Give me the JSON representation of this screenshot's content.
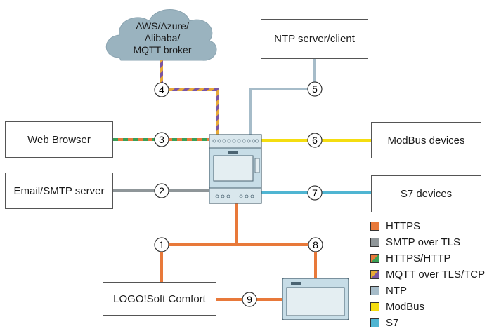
{
  "nodes": {
    "cloud": [
      "AWS/Azure/",
      "Alibaba/",
      "MQTT broker"
    ],
    "ntp": "NTP server/client",
    "web_browser": "Web Browser",
    "email": "Email/SMTP server",
    "modbus": "ModBus devices",
    "s7": "S7 devices",
    "logosoft": "LOGO!Soft Comfort"
  },
  "connections": [
    {
      "num": "1",
      "protocol": "HTTPS"
    },
    {
      "num": "2",
      "protocol": "SMTP over TLS"
    },
    {
      "num": "3",
      "protocol": "HTTPS/HTTP"
    },
    {
      "num": "4",
      "protocol": "MQTT over TLS/TCP"
    },
    {
      "num": "5",
      "protocol": "NTP"
    },
    {
      "num": "6",
      "protocol": "ModBus"
    },
    {
      "num": "7",
      "protocol": "S7"
    },
    {
      "num": "8",
      "protocol": "HTTPS"
    },
    {
      "num": "9",
      "protocol": "HTTPS"
    }
  ],
  "legend": [
    {
      "label": "HTTPS",
      "color": "#e8793a"
    },
    {
      "label": "SMTP over TLS",
      "color": "#8f9699"
    },
    {
      "label": "HTTPS/HTTP",
      "colors": [
        "#e8793a",
        "#3aa055"
      ]
    },
    {
      "label": "MQTT over TLS/TCP",
      "colors": [
        "#e7a938",
        "#7a55a4"
      ]
    },
    {
      "label": "NTP",
      "color": "#a6bcc9"
    },
    {
      "label": "ModBus",
      "color": "#f4dd10"
    },
    {
      "label": "S7",
      "color": "#4fb5d2"
    }
  ]
}
